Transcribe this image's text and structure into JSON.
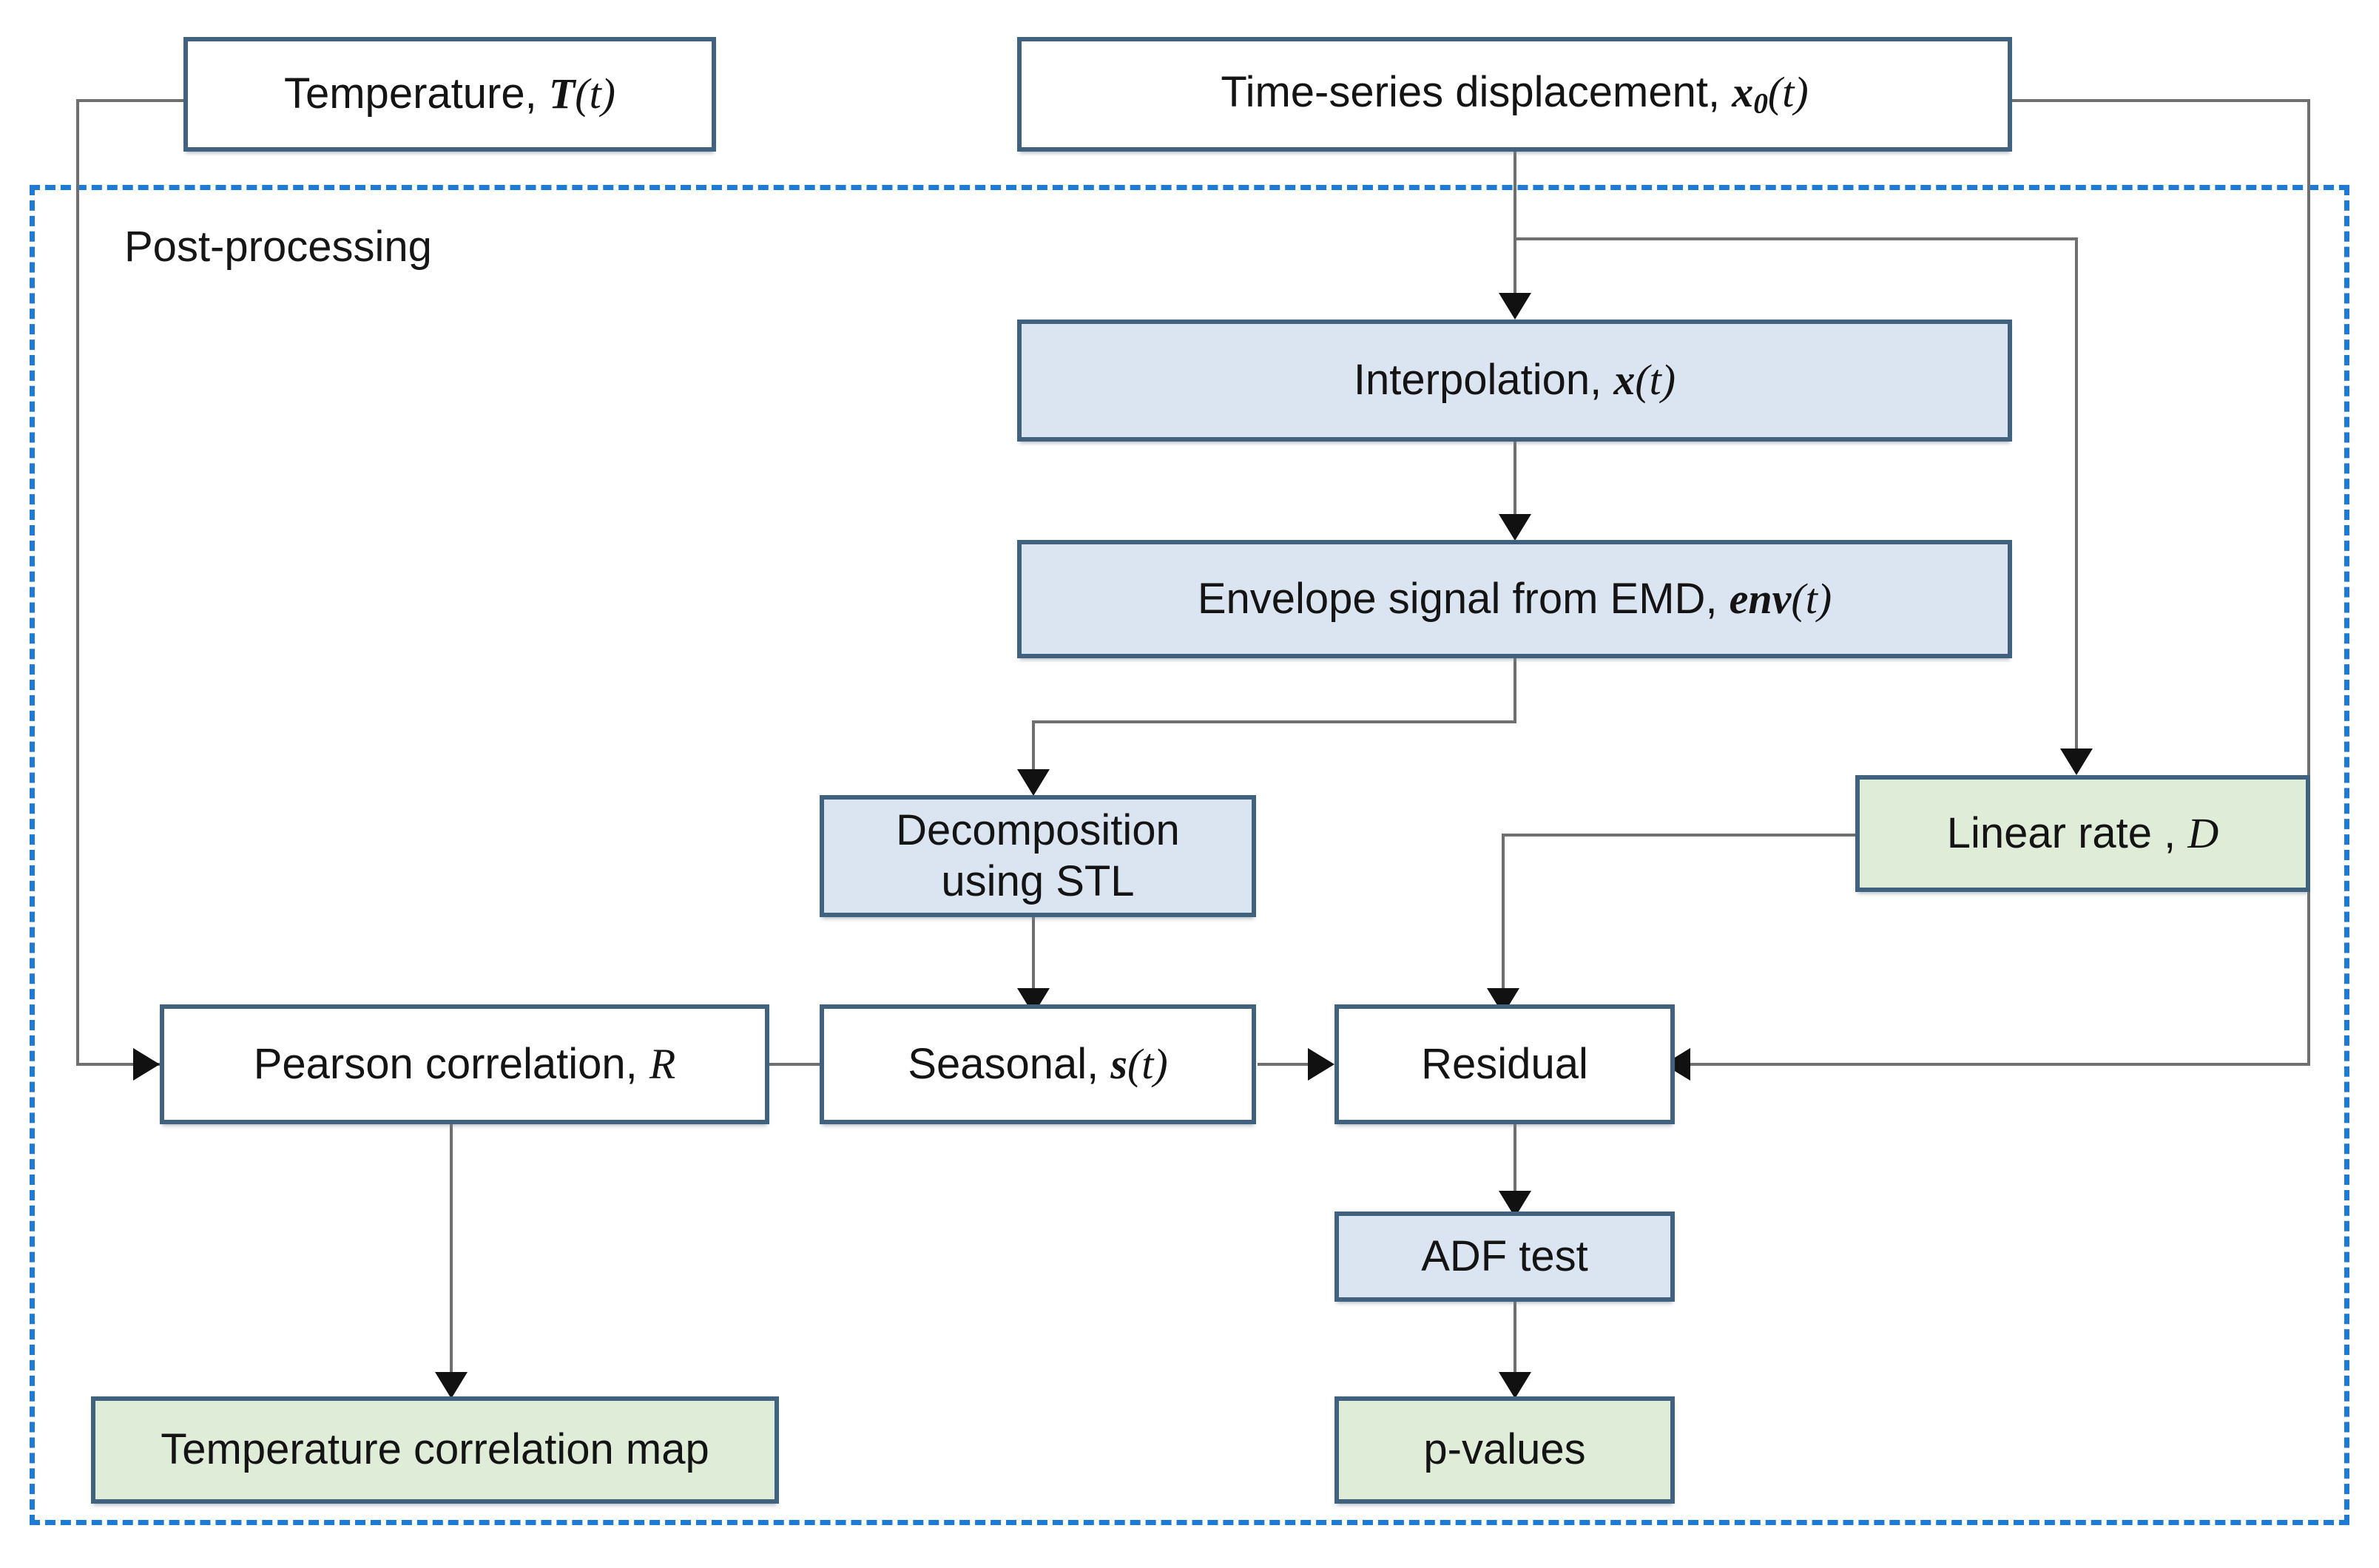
{
  "diagram": {
    "title": "Post-processing workflow flowchart",
    "group": {
      "label": "Post-processing",
      "border_color": "#1f7ad4",
      "border_style": "dashed"
    },
    "colors": {
      "node_border": "#41627e",
      "fill_white": "#ffffff",
      "fill_blue": "#dbe5f1",
      "fill_green": "#dfecd8",
      "connector": "#6f6f6f",
      "arrowhead": "#111111",
      "group_dashed": "#1f7ad4"
    },
    "nodes": [
      {
        "id": "temperature",
        "label_plain": "Temperature, T(t)",
        "text_prefix": "Temperature, ",
        "symbol": "T",
        "symbol_sub": "",
        "text_suffix": "(t)",
        "fill": "white",
        "inside_group": false
      },
      {
        "id": "time-series-displacement",
        "label_plain": "Time-series displacement, x0(t)",
        "text_prefix": "Time-series displacement, ",
        "symbol": "x",
        "symbol_sub": "0",
        "text_suffix": "(t)",
        "fill": "white",
        "inside_group": false
      },
      {
        "id": "interpolation",
        "label_plain": "Interpolation, x(t)",
        "text_prefix": "Interpolation, ",
        "symbol": "x",
        "symbol_sub": "",
        "text_suffix": "(t)",
        "fill": "blue",
        "inside_group": true
      },
      {
        "id": "envelope-signal-emd",
        "label_plain": "Envelope signal from EMD, env(t)",
        "text_prefix": "Envelope signal from EMD, ",
        "symbol": "env",
        "symbol_sub": "",
        "text_suffix": "(t)",
        "fill": "blue",
        "inside_group": true
      },
      {
        "id": "decomposition-stl",
        "label_plain": "Decomposition using STL",
        "line1": "Decomposition",
        "line2": "using STL",
        "fill": "blue",
        "inside_group": true
      },
      {
        "id": "linear-rate",
        "label_plain": "Linear rate , D",
        "text_prefix": "Linear rate , ",
        "symbol": "D",
        "symbol_sub": "",
        "text_suffix": "",
        "fill": "green",
        "inside_group": true
      },
      {
        "id": "pearson-correlation",
        "label_plain": "Pearson correlation, R",
        "text_prefix": "Pearson correlation, ",
        "symbol": "R",
        "symbol_sub": "",
        "text_suffix": "",
        "fill": "white",
        "inside_group": true
      },
      {
        "id": "seasonal",
        "label_plain": "Seasonal, s(t)",
        "text_prefix": "Seasonal, ",
        "symbol": "s",
        "symbol_sub": "",
        "text_suffix": "(t)",
        "fill": "white",
        "inside_group": true
      },
      {
        "id": "residual",
        "label_plain": "Residual",
        "fill": "white",
        "inside_group": true
      },
      {
        "id": "adf-test",
        "label_plain": "ADF test",
        "fill": "blue",
        "inside_group": true
      },
      {
        "id": "temperature-correlation-map",
        "label_plain": "Temperature correlation map",
        "fill": "green",
        "inside_group": true
      },
      {
        "id": "p-values",
        "label_plain": "p-values",
        "fill": "green",
        "inside_group": true
      }
    ],
    "edges": [
      {
        "from": "temperature",
        "to": "pearson-correlation",
        "route": "left-down-right"
      },
      {
        "from": "time-series-displacement",
        "to": "interpolation",
        "route": "down"
      },
      {
        "from": "time-series-displacement",
        "to": "residual",
        "route": "right-down-left"
      },
      {
        "from": "time-series-displacement",
        "to": "linear-rate",
        "route": "right-down"
      },
      {
        "from": "interpolation",
        "to": "envelope-signal-emd",
        "route": "down"
      },
      {
        "from": "envelope-signal-emd",
        "to": "decomposition-stl",
        "route": "down-left-down"
      },
      {
        "from": "decomposition-stl",
        "to": "seasonal",
        "route": "down"
      },
      {
        "from": "seasonal",
        "to": "pearson-correlation",
        "route": "left"
      },
      {
        "from": "seasonal",
        "to": "residual",
        "route": "right"
      },
      {
        "from": "linear-rate",
        "to": "residual",
        "route": "left-down"
      },
      {
        "from": "pearson-correlation",
        "to": "temperature-correlation-map",
        "route": "down"
      },
      {
        "from": "residual",
        "to": "adf-test",
        "route": "down"
      },
      {
        "from": "adf-test",
        "to": "p-values",
        "route": "down"
      }
    ]
  }
}
